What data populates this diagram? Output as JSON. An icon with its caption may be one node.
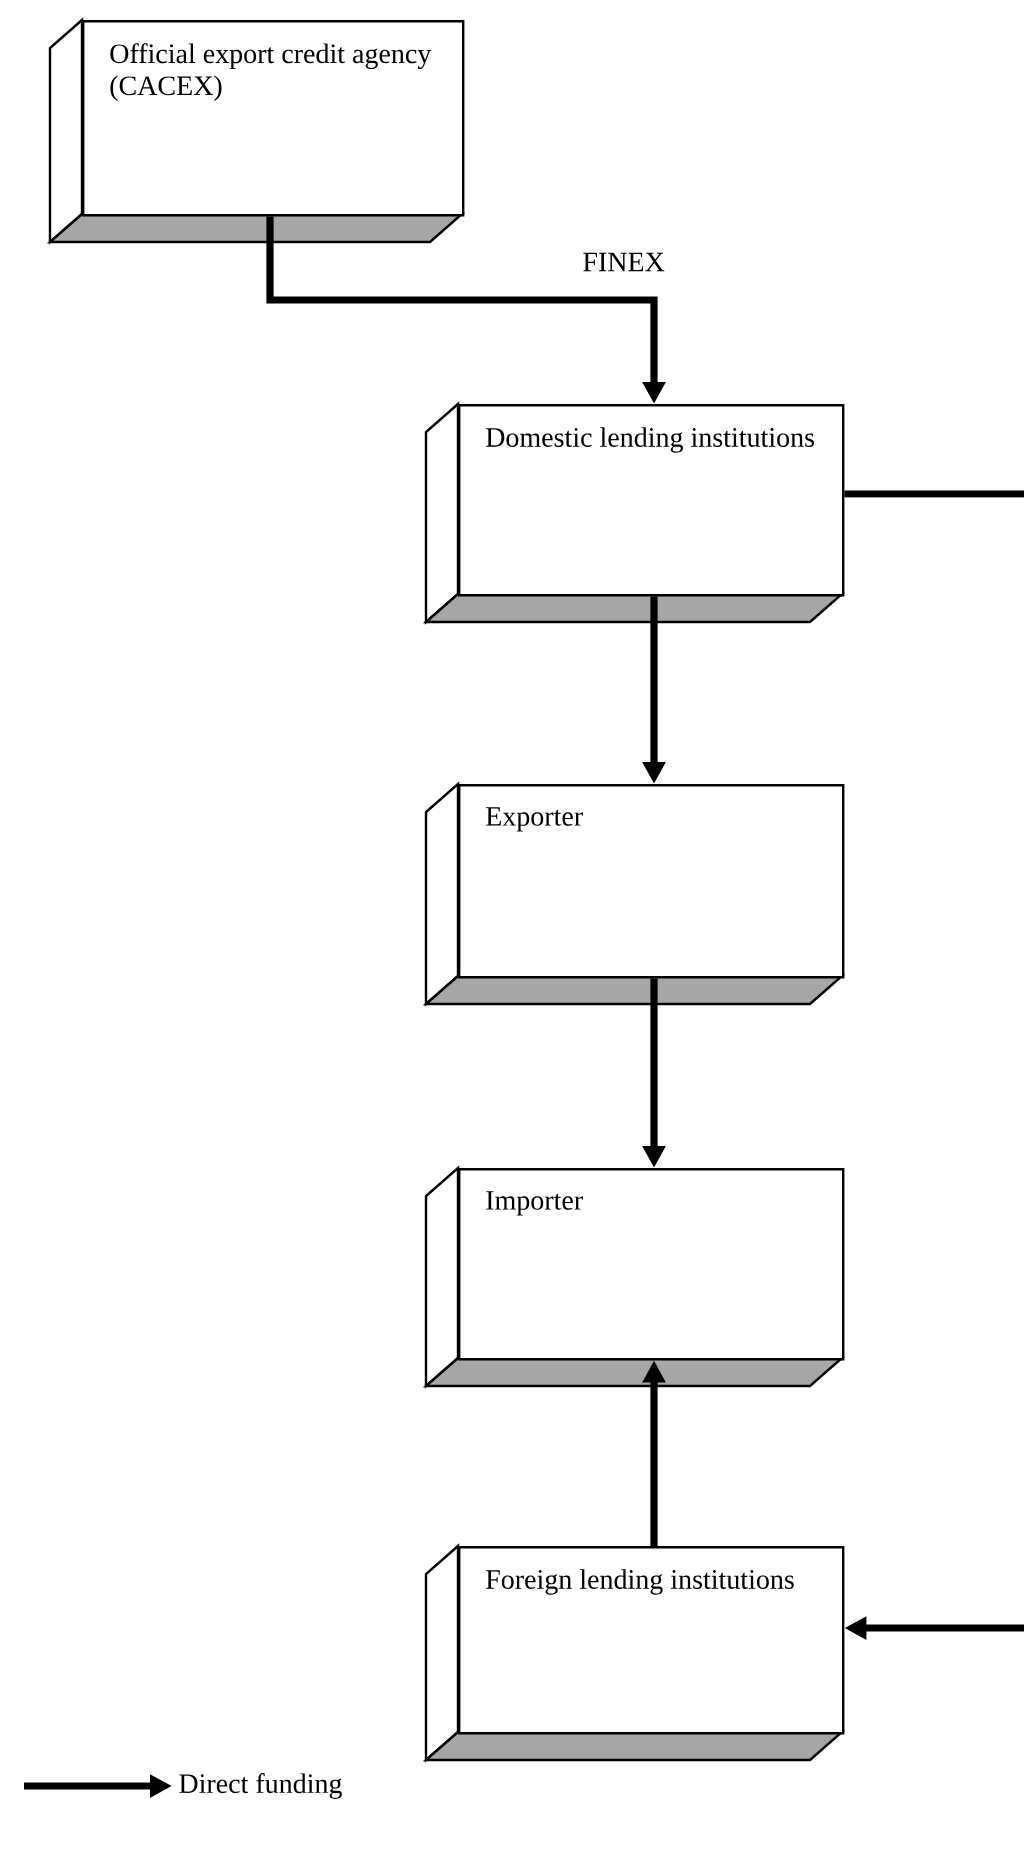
{
  "diagram": {
    "nodes": [
      {
        "text": [
          "Official export credit agency (CACEX)"
        ]
      },
      {
        "text": [
          "Domestic lending institutions"
        ]
      },
      {
        "text": [
          "Exporter"
        ]
      },
      {
        "text": [
          "Importer"
        ]
      },
      {
        "text": [
          "Foreign lending institutions"
        ]
      }
    ],
    "edges": [
      {
        "from": 0,
        "to": 1,
        "arrow": "to",
        "label": "FINEX"
      },
      {
        "from": 1,
        "to": 2,
        "arrow": "to"
      },
      {
        "from": 2,
        "to": 3,
        "arrow": "to"
      },
      {
        "from": 4,
        "to": 3,
        "arrow": "to"
      },
      {
        "from": 1,
        "to": null,
        "arrow": "none"
      },
      {
        "from": null,
        "to": 4,
        "arrow": "to"
      }
    ],
    "legend": [
      {
        "text": "Direct funding"
      }
    ]
  }
}
